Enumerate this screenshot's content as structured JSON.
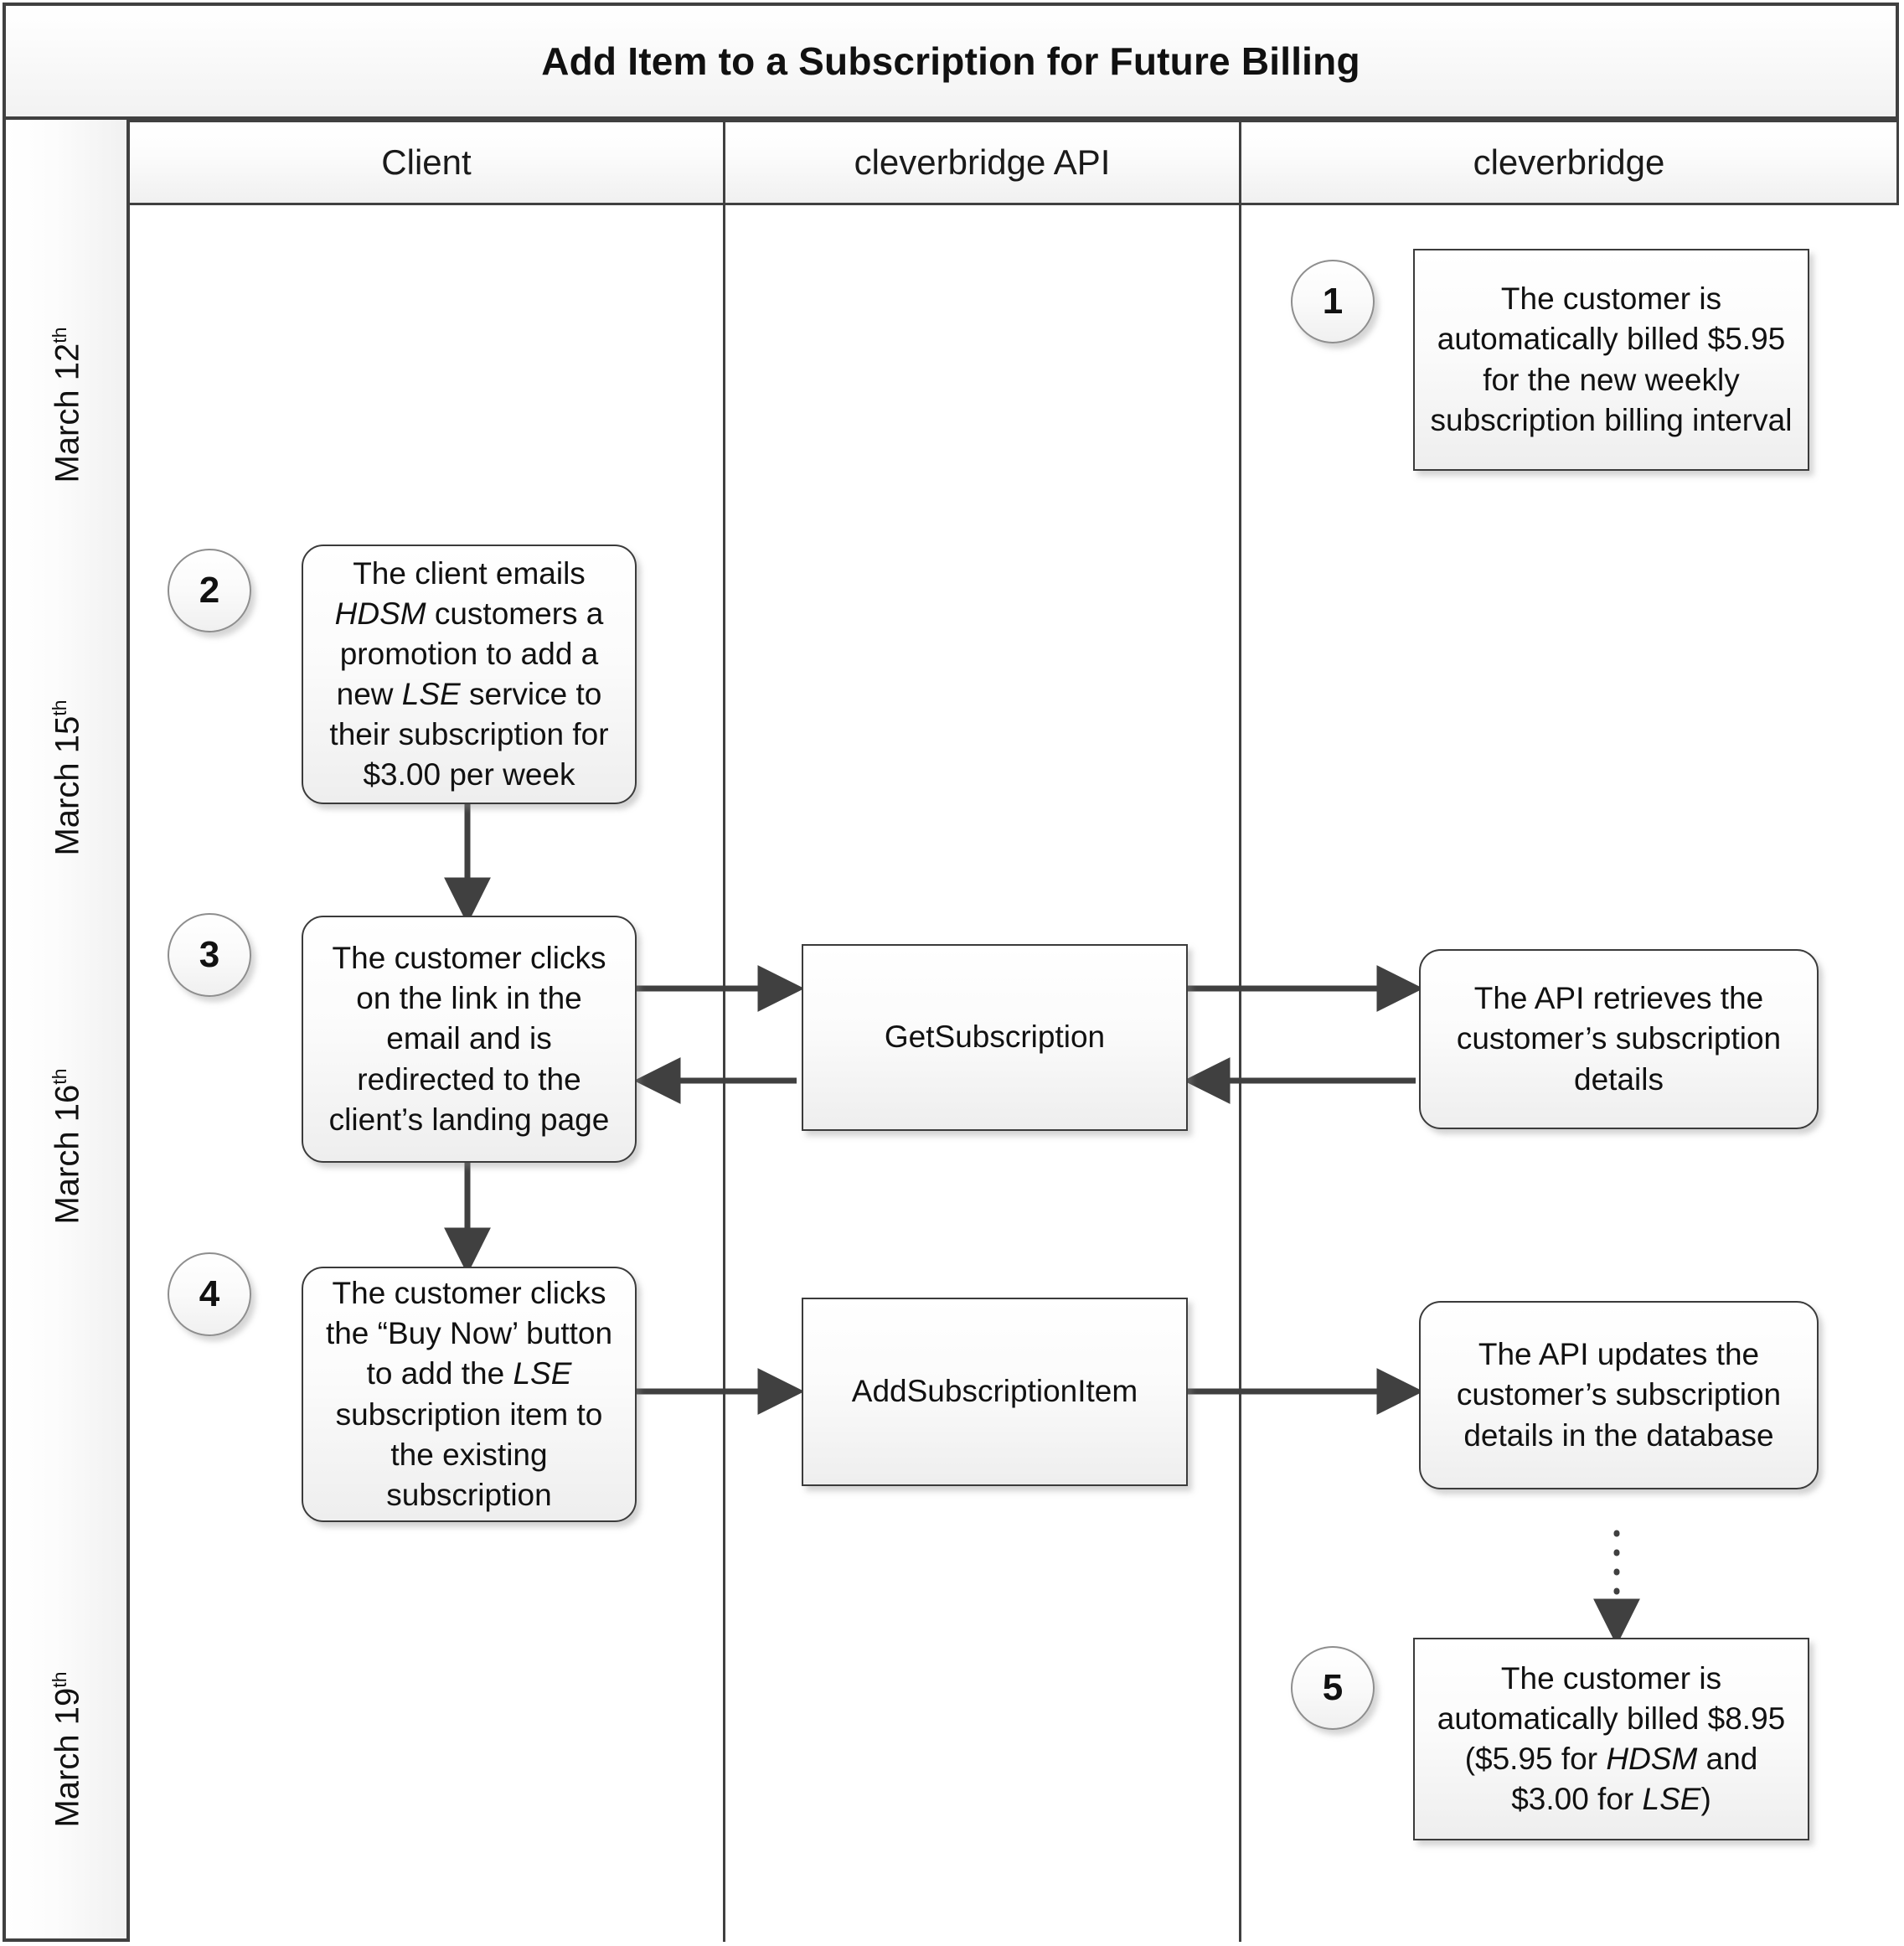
{
  "diagram": {
    "title": "Add Item to a Subscription for Future Billing",
    "type": "swimlane-flowchart"
  },
  "lanes": [
    {
      "id": "client",
      "label": "Client"
    },
    {
      "id": "api",
      "label": "cleverbridge API"
    },
    {
      "id": "cbridge",
      "label": "cleverbridge"
    }
  ],
  "timeline": [
    {
      "id": "d12",
      "month": "March 12",
      "ordinal": "th"
    },
    {
      "id": "d15",
      "month": "March 15",
      "ordinal": "th"
    },
    {
      "id": "d16",
      "month": "March 16",
      "ordinal": "th"
    },
    {
      "id": "d19",
      "month": "March 19",
      "ordinal": "th"
    }
  ],
  "badges": [
    {
      "id": "b1",
      "number": "1"
    },
    {
      "id": "b2",
      "number": "2"
    },
    {
      "id": "b3",
      "number": "3"
    },
    {
      "id": "b4",
      "number": "4"
    },
    {
      "id": "b5",
      "number": "5"
    }
  ],
  "nodes": {
    "n1": {
      "lane": "cbridge",
      "shape": "sharp",
      "step": "1",
      "text_html": "The customer is automatically billed $5.95 for the new weekly subscription billing interval",
      "text": "The customer is automatically billed $5.95 for the new weekly subscription billing interval"
    },
    "n2": {
      "lane": "client",
      "shape": "rounded",
      "step": "2",
      "text_html": "The client emails <i>HDSM</i> customers a promotion to add a new <i>LSE</i> service to their subscription for $3.00 per week",
      "text": "The client emails HDSM customers a promotion to add a new LSE service to their subscription for $3.00 per week"
    },
    "n3": {
      "lane": "client",
      "shape": "rounded",
      "step": "3",
      "text_html": "The customer clicks on the link in the email and is redirected to the client’s landing page",
      "text": "The customer clicks on the link in the email and is redirected to the client’s landing page"
    },
    "n3api": {
      "lane": "api",
      "shape": "sharp",
      "step": "",
      "text_html": "GetSubscription",
      "text": "GetSubscription"
    },
    "n3cb": {
      "lane": "cbridge",
      "shape": "rounded",
      "step": "",
      "text_html": "The API retrieves the customer’s subscription details",
      "text": "The API retrieves the customer’s subscription details"
    },
    "n4": {
      "lane": "client",
      "shape": "rounded",
      "step": "4",
      "text_html": "The customer clicks the “Buy Now’ button to add the <i>LSE</i> subscription item to the existing subscription",
      "text": "The customer clicks the “Buy Now’ button to add the LSE subscription item to the existing subscription"
    },
    "n4api": {
      "lane": "api",
      "shape": "sharp",
      "step": "",
      "text_html": "AddSubscriptionItem",
      "text": "AddSubscriptionItem"
    },
    "n4cb": {
      "lane": "cbridge",
      "shape": "rounded",
      "step": "",
      "text_html": "The API updates the customer’s subscription details in the database",
      "text": "The API updates the customer’s subscription details in the database"
    },
    "n5": {
      "lane": "cbridge",
      "shape": "sharp",
      "step": "5",
      "text_html": "The customer is automatically billed $8.95 ($5.95 for <i>HDSM</i> and $3.00 for <i>LSE</i>)",
      "text": "The customer is automatically billed $8.95 ($5.95 for HDSM and $3.00 for LSE)"
    }
  },
  "connectors": [
    {
      "id": "c1",
      "from": "n2",
      "to": "n3",
      "style": "solid",
      "direction": "down"
    },
    {
      "id": "c2",
      "from": "n3",
      "to": "n3api",
      "style": "solid",
      "direction": "right"
    },
    {
      "id": "c3",
      "from": "n3api",
      "to": "n3cb",
      "style": "solid",
      "direction": "right"
    },
    {
      "id": "c4",
      "from": "n3cb",
      "to": "n3api",
      "style": "solid",
      "direction": "left"
    },
    {
      "id": "c5",
      "from": "n3api",
      "to": "n3",
      "style": "solid",
      "direction": "left"
    },
    {
      "id": "c6",
      "from": "n3",
      "to": "n4",
      "style": "solid",
      "direction": "down"
    },
    {
      "id": "c7",
      "from": "n4",
      "to": "n4api",
      "style": "solid",
      "direction": "right"
    },
    {
      "id": "c8",
      "from": "n4api",
      "to": "n4cb",
      "style": "solid",
      "direction": "right"
    },
    {
      "id": "c9",
      "from": "n4cb",
      "to": "n5",
      "style": "dotted",
      "direction": "down"
    }
  ],
  "colors": {
    "frame_border": "#404040",
    "node_border": "#3b3b3b",
    "node_fill_top": "#ffffff",
    "node_fill_bottom": "#eeeeee",
    "connector": "#404040",
    "text": "#111111",
    "lane_header_fill": "#f2f2f2"
  }
}
